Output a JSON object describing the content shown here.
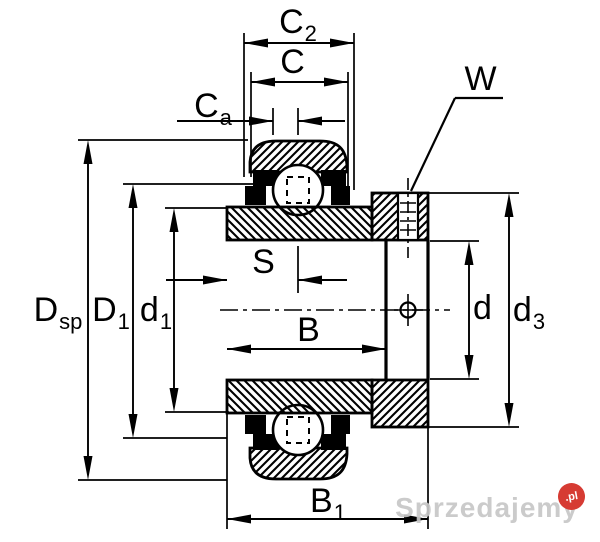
{
  "labels": {
    "c2": {
      "base": "C",
      "sub": "2"
    },
    "c": {
      "base": "C",
      "sub": ""
    },
    "ca": {
      "base": "C",
      "sub": "a"
    },
    "w": {
      "base": "W",
      "sub": ""
    },
    "s": {
      "base": "S",
      "sub": ""
    },
    "b": {
      "base": "B",
      "sub": ""
    },
    "b1": {
      "base": "B",
      "sub": "1"
    },
    "dsp": {
      "base": "D",
      "sub": "sp"
    },
    "d1_outer": {
      "base": "D",
      "sub": "1"
    },
    "d1_inner": {
      "base": "d",
      "sub": "1"
    },
    "d": {
      "base": "d",
      "sub": ""
    },
    "d3": {
      "base": "d",
      "sub": "3"
    }
  },
  "watermark": {
    "text": "Sprzedajemy",
    "badge": ".pl"
  },
  "colors": {
    "ink": "#000000",
    "background": "#ffffff",
    "watermark_text": "#c7c7c7",
    "watermark_badge": "#d63b33"
  }
}
